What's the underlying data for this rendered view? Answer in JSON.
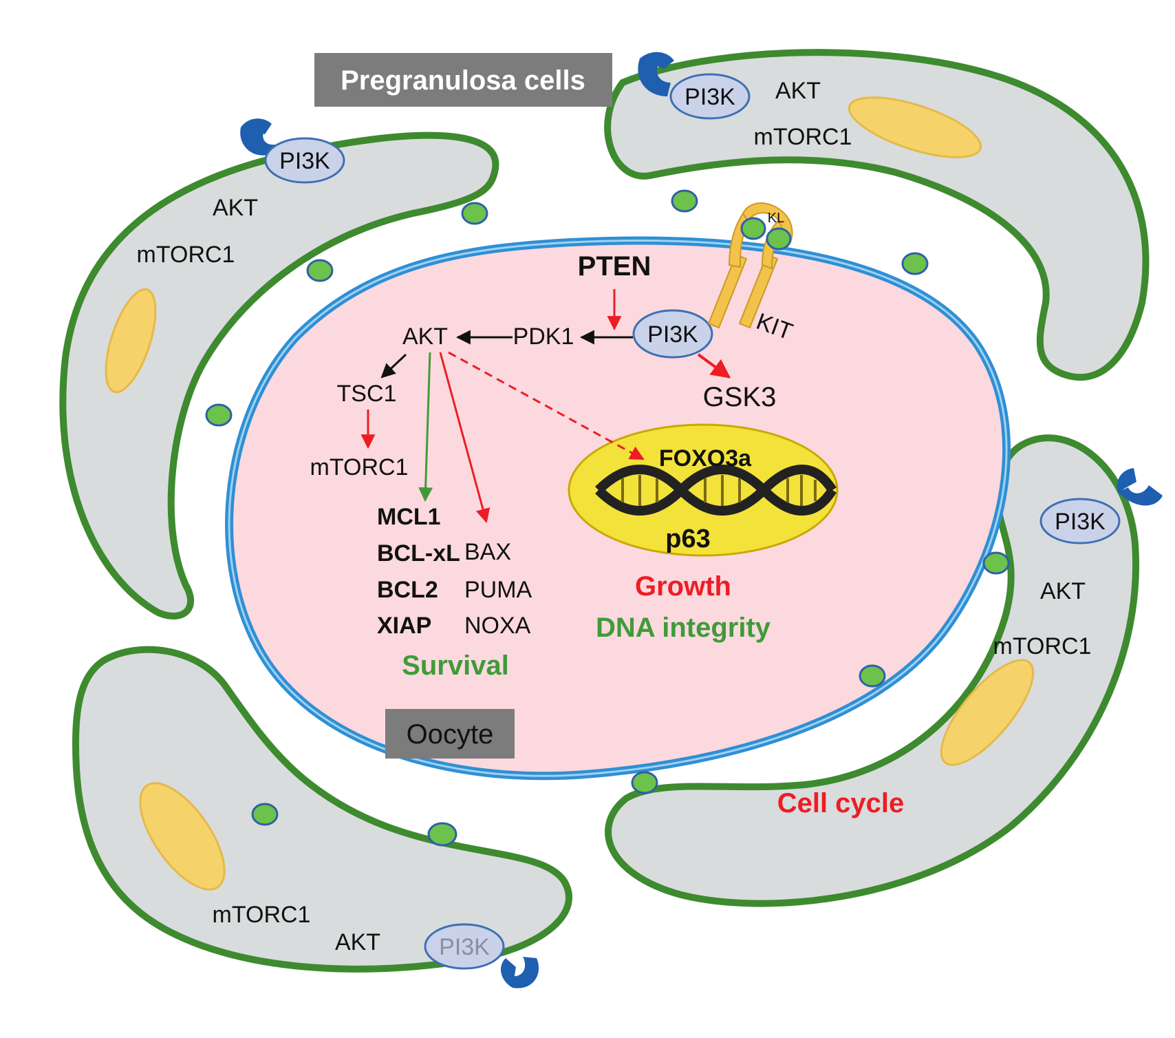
{
  "labels": {
    "pregranulosa_cells": "Pregranulosa cells",
    "oocyte": "Oocyte",
    "pi3k": "PI3K",
    "akt": "AKT",
    "mtorc1": "mTORC1",
    "kl": "KL",
    "kit": "KIT",
    "pten": "PTEN",
    "pdk1": "PDK1",
    "tsc1": "TSC1",
    "gsk3": "GSK3",
    "foxo3a": "FOXO3a",
    "p63": "p63",
    "anti_apoptotic": [
      "MCL1",
      "BCL-xL",
      "BCL2",
      "XIAP"
    ],
    "pro_apoptotic": [
      "BAX",
      "PUMA",
      "NOXA"
    ],
    "survival": "Survival",
    "growth": "Growth",
    "dna_integrity": "DNA integrity",
    "cell_cycle": "Cell cycle"
  },
  "colors": {
    "cell_fill": "#d9dcdd",
    "cell_membrane": "#3e8a2f",
    "nucleus": "#f6d36a",
    "oocyte_fill": "#fbd9df",
    "oocyte_membrane": "#2f8fd4",
    "pi3k_fill": "#c9d2e8",
    "pi3k_stroke": "#3e6fb3",
    "receptor_blue": "#1f5fb0",
    "green_dot": "#6cc24a",
    "kit_fill": "#f3c24a",
    "label_box": "#7c7c7c",
    "red": "#ee1c24",
    "green": "#3f9b38",
    "black": "#111111",
    "dna_fill": "#f3e23a"
  }
}
